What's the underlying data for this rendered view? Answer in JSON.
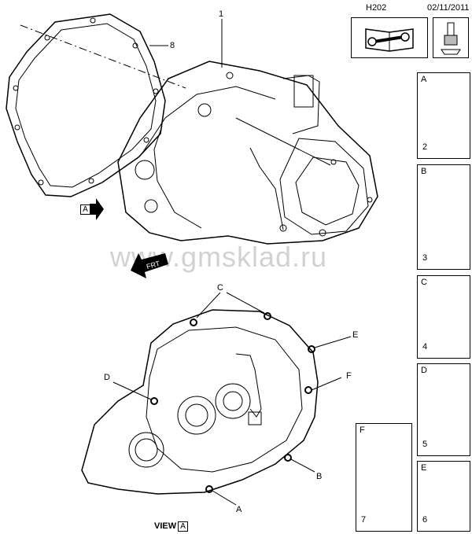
{
  "header": {
    "code": "H202",
    "date": "02/11/2011"
  },
  "watermark": "www.gmsklad.ru",
  "callouts": {
    "n1": "1",
    "n8": "8",
    "view_a_arrow": "A",
    "frt": "FRT",
    "c": "C",
    "d": "D",
    "e": "E",
    "f": "F",
    "b": "B",
    "a": "A"
  },
  "view_label": {
    "text": "VIEW",
    "tag": "A"
  },
  "bolt_panels": [
    {
      "letter": "A",
      "number": "2"
    },
    {
      "letter": "B",
      "number": "3"
    },
    {
      "letter": "C",
      "number": "4"
    },
    {
      "letter": "D",
      "number": "5"
    },
    {
      "letter": "E",
      "number": "6"
    },
    {
      "letter": "F",
      "number": "7"
    }
  ],
  "icons": [
    "manual-wrench-icon",
    "torque-tool-icon"
  ]
}
